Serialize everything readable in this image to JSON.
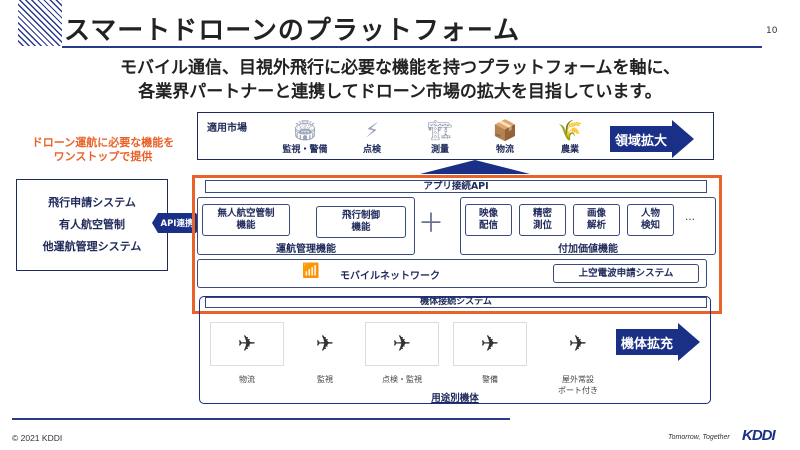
{
  "header": {
    "title": "スマートドローンのプラットフォーム",
    "page_number": "10"
  },
  "subtitle": {
    "line1": "モバイル通信、目視外飛行に必要な機能を持つプラットフォームを軸に、",
    "line2": "各業界パートナーと連携してドローン市場の拡大を目指しています。"
  },
  "markets": {
    "label": "適用市場",
    "items": [
      {
        "label": "監視・警備",
        "icon": "stadium-icon"
      },
      {
        "label": "点検",
        "icon": "power-tower-icon"
      },
      {
        "label": "測量",
        "icon": "crane-icon"
      },
      {
        "label": "物流",
        "icon": "boxes-icon"
      },
      {
        "label": "農業",
        "icon": "farm-field-icon"
      }
    ],
    "expand_label": "領域拡大"
  },
  "callout": {
    "line1": "ドローン運航に必要な機能を",
    "line2": "ワンストップで提供"
  },
  "external": {
    "items": [
      "飛行申請システム",
      "有人航空管制",
      "他運航管理システム"
    ],
    "api_label": "API連携"
  },
  "platform": {
    "app_api": "アプリ接続API",
    "ops": {
      "items": [
        "無人航空管制\n機能",
        "飛行制御\n機能"
      ],
      "label": "運航管理機能"
    },
    "plus": "＋",
    "value_added": {
      "items": [
        "映像\n配信",
        "精密\n測位",
        "画像\n解析",
        "人物\n検知"
      ],
      "ellipsis": "…",
      "label": "付加価値機能"
    },
    "network": {
      "label": "モバイルネットワーク",
      "sky_system": "上空電波申請システム"
    },
    "airframe_system": "機体接続システム"
  },
  "drones": {
    "items": [
      "物流",
      "監視",
      "点検・監視",
      "警備",
      "屋外常設\nポート付き"
    ],
    "group_label": "用途別機体",
    "expand_label": "機体拡充"
  },
  "footer": {
    "copyright": "© 2021 KDDI",
    "tagline": "Tomorrow, Together",
    "logo": "KDDI"
  },
  "colors": {
    "navy": "#1a2f86",
    "orange": "#e8632a",
    "text": "#222222"
  }
}
